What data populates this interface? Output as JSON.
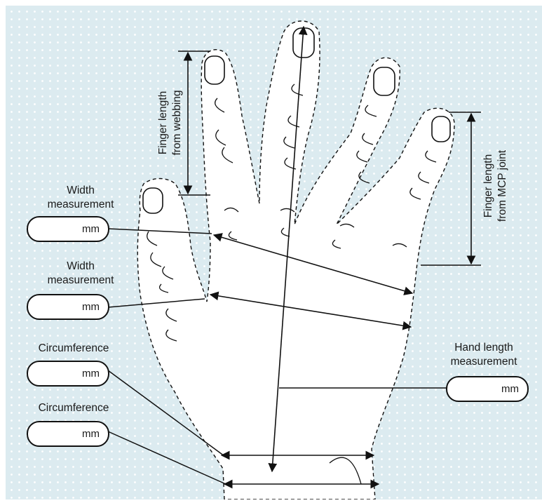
{
  "colors": {
    "background": "#dcebf0",
    "dots": "#ffffff",
    "hand_fill": "#ffffff",
    "outline": "#111111"
  },
  "labels": {
    "width_1": [
      "Width",
      "measurement"
    ],
    "width_2": [
      "Width",
      "measurement"
    ],
    "circumference_1": "Circumference",
    "circumference_2": "Circumference",
    "hand_length": [
      "Hand length",
      "measurement"
    ],
    "finger_webbing": [
      "Finger length",
      "from webbing"
    ],
    "finger_mcp": [
      "Finger length",
      "from MCP joint"
    ]
  },
  "fields": {
    "width_1": "mm",
    "width_2": "mm",
    "circumference_1": "mm",
    "circumference_2": "mm",
    "hand_length": "mm"
  }
}
